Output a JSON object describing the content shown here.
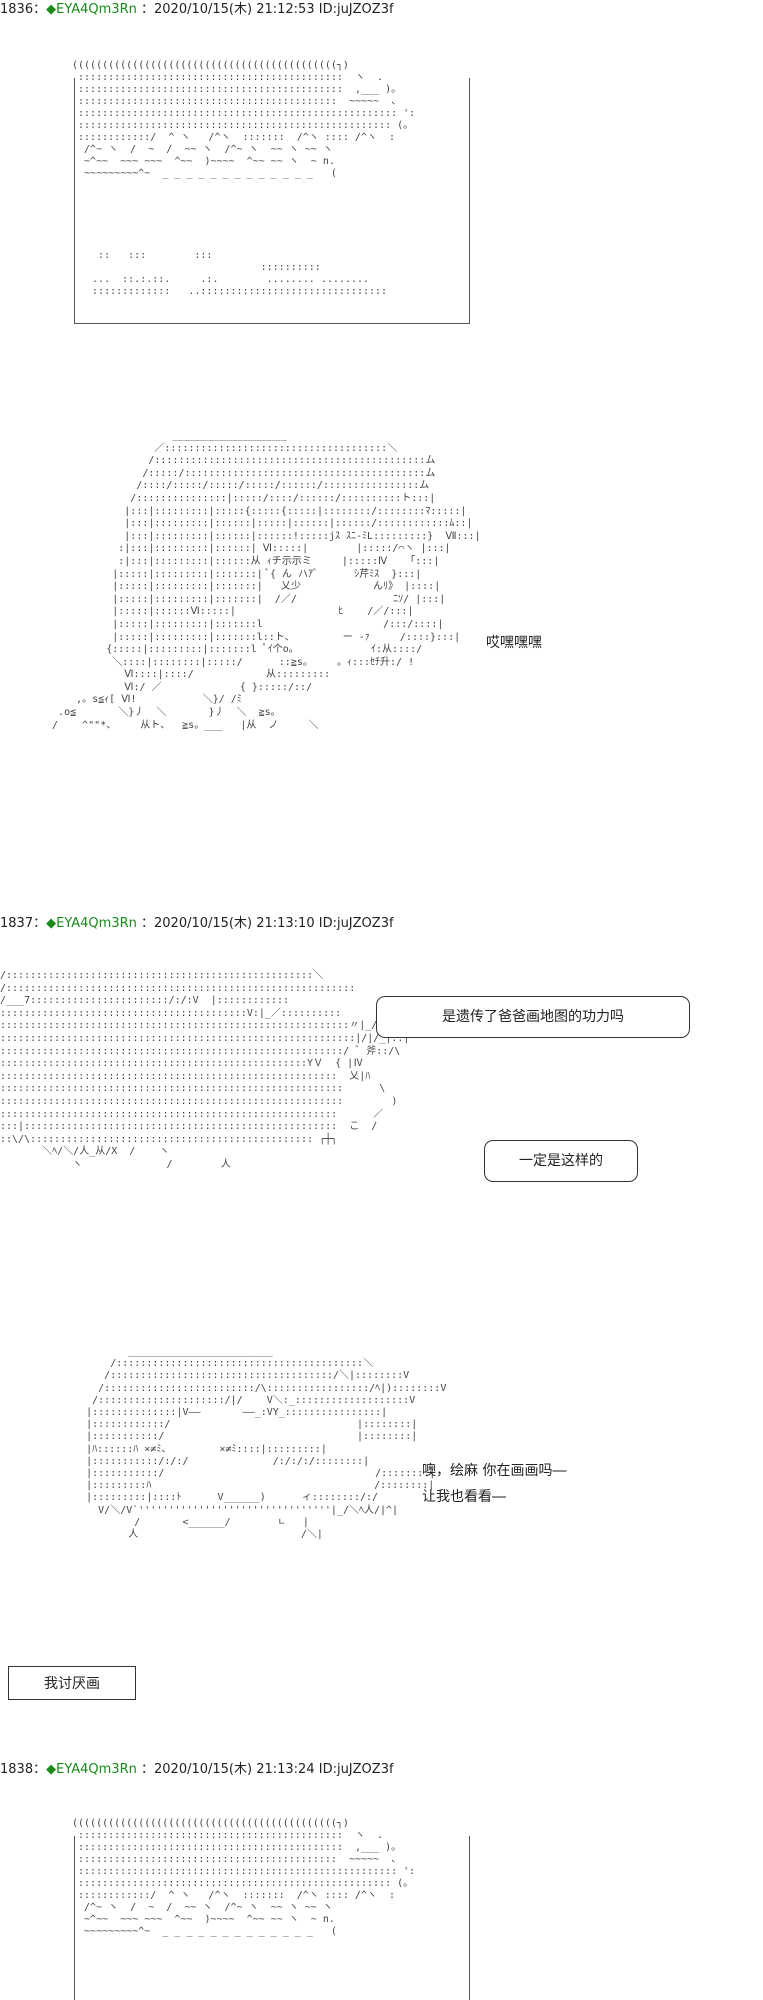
{
  "posts": [
    {
      "number": "1836",
      "separator": "：",
      "diamond": "◆",
      "trip": "EYA4Qm3Rn",
      "datetime": "：2020/10/15(木) 21:12:53",
      "id": "ID:juJZOZ3f"
    },
    {
      "number": "1837",
      "separator": "：",
      "diamond": "◆",
      "trip": "EYA4Qm3Rn",
      "datetime": "：2020/10/15(木) 21:13:10",
      "id": "ID:juJZOZ3f"
    },
    {
      "number": "1838",
      "separator": "：",
      "diamond": "◆",
      "trip": "EYA4Qm3Rn",
      "datetime": "：2020/10/15(木) 21:13:24",
      "id": "ID:juJZOZ3f"
    }
  ],
  "dialogue": {
    "laugh": "哎嘿嘿嘿",
    "question": "是遗传了爸爸画地图的功力吗",
    "confirm": "一定是这样的",
    "ask_line1": "噢，绘麻  你在画画吗―",
    "ask_line2": "让我也看看―",
    "dislike": "我讨厌画"
  },
  "art": {
    "panel_top": "((((((((((((((((((((((((((((((((((((((((((((┐)\n ::::::::::::::::::::::::::::::::::::::::::::  ヽ  .\n ::::::::::::::::::::::::::::::::::::::::::::  ,___ )。\n :::::::::::::::::::::::::::::::::::::::::::  ~~~~~  、\n ::::::::::::::::::::::::::::::::::::::::::::::::::::: ':\n :::::::::::::::::::::::::::::::::::::::::::::::::::: (。\n ::::::::::::/  ^ ヽ   /^ヽ  :::::::  /^ヽ :::: /^ヽ  :\n  /^~ ヽ  /  ~  /  ~~ ヽ  /^~ ヽ  ~~ ヽ ~~ ヽ\n  ~^~~  ~~~ ~~~  ^~~  )~~~~  ^~~ ~~ ヽ  ~ n.\n  ~~~~~~~~~^~  _ _ _ _ _ _ _ _ _ _ _ _ _   (",
    "panel_top_lower": "   ::   :::        :::\n                              ::::::::::\n  ...  ::.:.::.     .:.        ........ ........\n  :::::::::::::   ..:::::::::::::::::::::::::::::::",
    "girl_big": "                      ___________________\n                   ／:::::::::::::::::::::::::::::::::::::＼\n                  /:::::::::::::::::::::::::::::::::::::::::::::ム\n                 /:::::/::::::::::::::::::::::::::::::::::::::::ム\n                /::::/:::::/:::::/:::::/::::::/::::::::::::::::ム\n               /:::::::::::::::|:::::/::::/::::::/::::::::::ト:::|\n              |:::|:::::::::|:::::{:::::{:::::|::::::::/::::::::ﾏ:::::|\n              |:::|:::::::::|::::::|:::::|::::::|::::::/::::::::::::ﾑ::|\n              |:::|:::::::::|::::::|::::::!:::::jｽ ｽﾆ-ﾐL:::::::::}  Ⅶ:::|\n             :|:::|:::::::::|::::::| Ⅵ:::::|        |:::::/⌒ヽ |:::|\n             :|:::|:::::::::|::::::从 ｨチ示示ミ     |:::::Ⅳ   「:::|\n            |:::::|:::::::::|:::::::| ﾞ{ ん ハｱﾞ      ｼ芹ﾐｽ  }:::|\n            |:::::|:::::::::|:::::::|   乂少            んﾘ》 |::::|\n            |:::::|:::::::::|:::::::|  /／/                ﾆｿ/ |:::|\n            |:::::|::::::Ⅵ:::::|                 ﾋ    /／/:::|\n            |:::::|:::::::::|:::::::l                    /:::/::::|\n            |:::::|:::::::::|:::::::l::ト、        ー -ｧ     /::::}:::|\n           {:::::|:::::::::|:::::::l ﾟｲ个o。            ｲ:从::::/\n            ＼::::|::::::::|:::::/      ::≧s。    。ｨ:::ｾﾁ升:/ !\n              Ⅵ::::|::::/            从:::::::::  \n              Ⅵ:/ ／             { }:::::/::/\n      ,。s≦ｨ[ Ⅵ!           ＼}/ /ﾐ\n   .o≦       ＼}丿  ＼       }丿  ＼  ≧s。\n  /    ^\"\"*、    从ト、  ≧s。___   |从  ノ     ＼",
    "girl_side": "/:::::::::::::::::::::::::::::::::::::::::::::::::::＼\n/::::::::::::::::::::::::::::::::::::::::::::::::::::::::::\n/___7:::::::::::::::::::::::/:/:V  |::::::::::::\n:::::::::::::::::::::::::::::::::::::::::V:|_／::::::::::\n::::::::::::::::::::::::::::::::::::::::::::::::::::::::::〃|_/Y:::|\n:::::::::::::::::::::::::::::::::::::::::::::::::::::::::::|/|/_|::|\n:::::::::::::::::::::::::::::::::::::::::::::::::::::::::/ ﾞ 斧::/\\\n:::::::::::::::::::::::::::::::::::::::::::::::::::YＶ  { |Ⅳ\n::::::::::::::::::::::::::::::::::::::::::::::::::::::::  乂|ﾊ\n:::::::::::::::::::::::::::::::::::::::::::::::::::::::::      \\\n:::::::::::::::::::::::::::::::::::::::::::::::::::::::::        )\n::::::::::::::::::::::::::::::::::::::::::::::::::::::::      ／\n:::|::::::::::::::::::::::::::::::::::::::::::::::::::::  こ  /\n::\\/\\::::::::::::::::::::::::::::::::::::::::::::::: ┌┼┐\n       ＼ﾍ/＼/人_从/X  /    ヽ\n            ヽ              /        人",
    "girl_small": "             ________________________\n          /:::::::::::::::::::::::::::::::::::::::::＼\n         /:::::::::::::::::::::::::::::::::::::/＼|::::::::V\n        /:::::::::::::::::::::::::/\\:::::::::::::::::/ﾍ|)::::::::V\n       /:::::::::::::::::::::/|/    V＼:_:::::::::::::::::::V\n      |::::::::::::::|V――       ――_:VY_::::::::::::::::|\n      |::::::::::::/                               |::::::::|\n      |:::::::::::/                                |::::::::|\n      |ﾊ::::::ﾊ ×≠ﾐ、        ×≠ﾐ::::|:::::::::|\n      |:::::::::::/:/:/              /:/:/:/::::::::|\n      |:::::::::::/                                   /::::::::|\n      |:::::::::ﾊ                                     /::::::::|\n      |:::::::::|::::ﾄ      V______)      ィ::::::::/:/\n        V/＼/V`''''''''''''''''''''''''''''''''|_/＼ﾍ人/|^|\n              /       <______/        ∟   |\n             人                           /＼|"
  }
}
